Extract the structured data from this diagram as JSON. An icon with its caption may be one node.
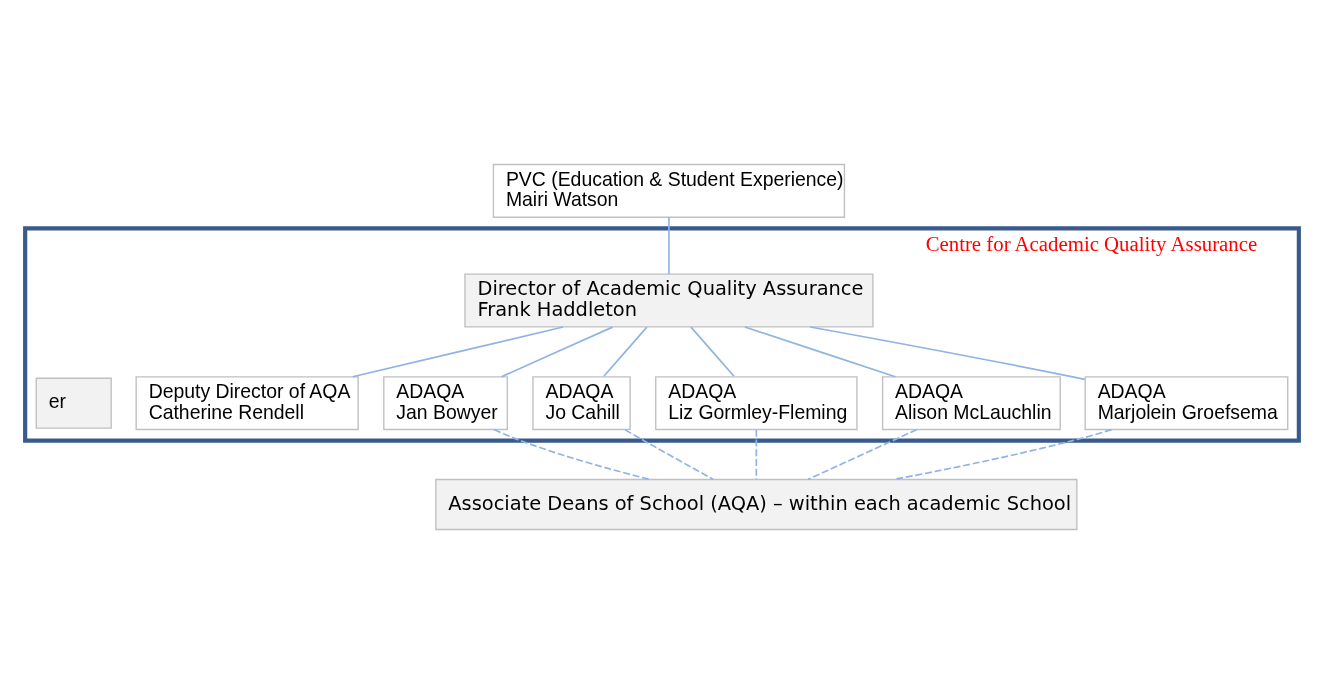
{
  "diagram": {
    "nodes": [
      {
        "text": [
          "PVC (Education & Student Experience)",
          "Mairi Watson"
        ]
      },
      {
        "text": [
          "Centre for Academic Quality Assurance"
        ]
      },
      {
        "text": [
          "Director of Academic Quality Assurance",
          "Frank Haddleton"
        ],
        "in": 1
      },
      {
        "text": [
          "Deputy Director of AQA",
          "Catherine Rendell"
        ],
        "in": 1
      },
      {
        "text": [
          "ADAQA",
          "Jan Bowyer"
        ],
        "in": 1
      },
      {
        "text": [
          "ADAQA",
          "Jo Cahill"
        ],
        "in": 1
      },
      {
        "text": [
          "ADAQA",
          "Liz Gormley-Fleming"
        ],
        "in": 1
      },
      {
        "text": [
          "ADAQA",
          "Alison McLauchlin"
        ],
        "in": 1
      },
      {
        "text": [
          "ADAQA",
          "Marjolein Groefsema"
        ],
        "in": 1
      },
      {
        "text": [
          "er"
        ],
        "in": 1
      },
      {
        "text": [
          "Associate Deans of School (AQA) – within each academic School"
        ]
      }
    ],
    "edges": [
      {
        "from": 0,
        "to": 2,
        "arrow": "none"
      },
      {
        "from": 2,
        "to": 3,
        "arrow": "none"
      },
      {
        "from": 2,
        "to": 4,
        "arrow": "none"
      },
      {
        "from": 2,
        "to": 5,
        "arrow": "none"
      },
      {
        "from": 2,
        "to": 6,
        "arrow": "none"
      },
      {
        "from": 2,
        "to": 7,
        "arrow": "none"
      },
      {
        "from": 2,
        "to": 8,
        "arrow": "none"
      },
      {
        "from": 4,
        "to": 10,
        "arrow": "none",
        "style": "dashed"
      },
      {
        "from": 5,
        "to": 10,
        "arrow": "none",
        "style": "dashed"
      },
      {
        "from": 6,
        "to": 10,
        "arrow": "none",
        "style": "dashed"
      },
      {
        "from": 7,
        "to": 10,
        "arrow": "none",
        "style": "dashed"
      },
      {
        "from": 8,
        "to": 10,
        "arrow": "none",
        "style": "dashed"
      }
    ]
  }
}
